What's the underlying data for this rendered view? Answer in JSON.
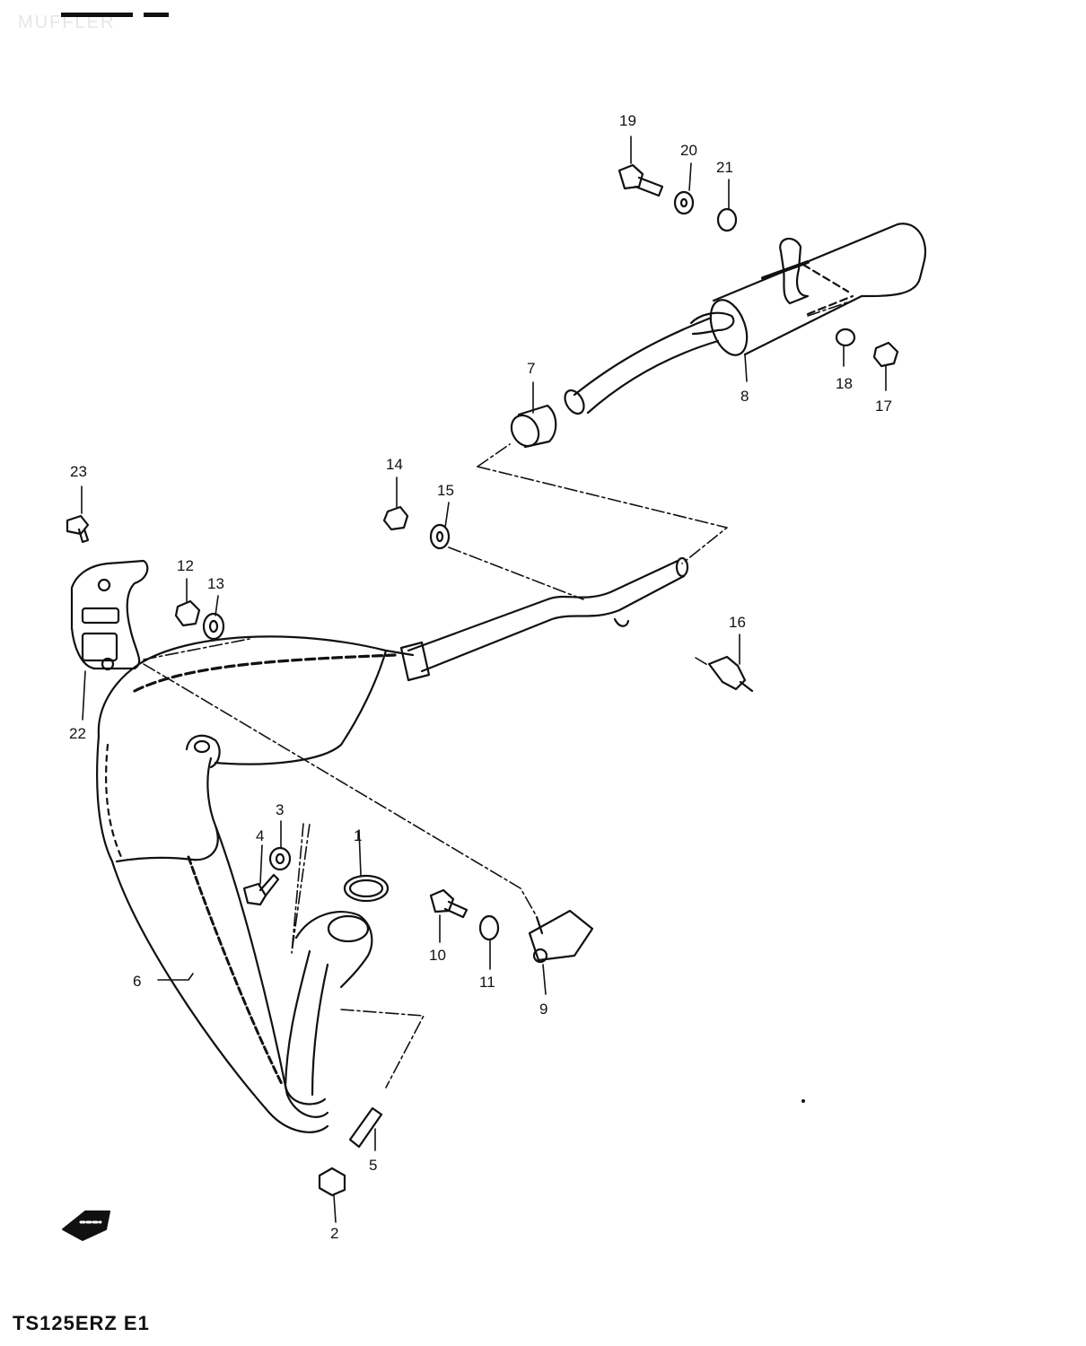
{
  "header": {
    "title": "MUFFLER"
  },
  "footer": {
    "model_code": "TS125ERZ E1"
  },
  "colors": {
    "ink": "#111111",
    "paper": "#ffffff",
    "faded": "#e6e6e6"
  },
  "icons": {
    "front_direction": "arrow-left-icon"
  },
  "parts": [
    {
      "id": "p1",
      "num": "1"
    },
    {
      "id": "p2",
      "num": "2"
    },
    {
      "id": "p3",
      "num": "3"
    },
    {
      "id": "p4",
      "num": "4"
    },
    {
      "id": "p5",
      "num": "5"
    },
    {
      "id": "p6",
      "num": "6"
    },
    {
      "id": "p7",
      "num": "7"
    },
    {
      "id": "p8",
      "num": "8"
    },
    {
      "id": "p9",
      "num": "9"
    },
    {
      "id": "p10",
      "num": "10"
    },
    {
      "id": "p11",
      "num": "11"
    },
    {
      "id": "p12",
      "num": "12"
    },
    {
      "id": "p13",
      "num": "13"
    },
    {
      "id": "p14",
      "num": "14"
    },
    {
      "id": "p15",
      "num": "15"
    },
    {
      "id": "p16",
      "num": "16"
    },
    {
      "id": "p17",
      "num": "17"
    },
    {
      "id": "p18",
      "num": "18"
    },
    {
      "id": "p19",
      "num": "19"
    },
    {
      "id": "p20",
      "num": "20"
    },
    {
      "id": "p21",
      "num": "21"
    },
    {
      "id": "p22",
      "num": "22"
    },
    {
      "id": "p23",
      "num": "23"
    }
  ]
}
